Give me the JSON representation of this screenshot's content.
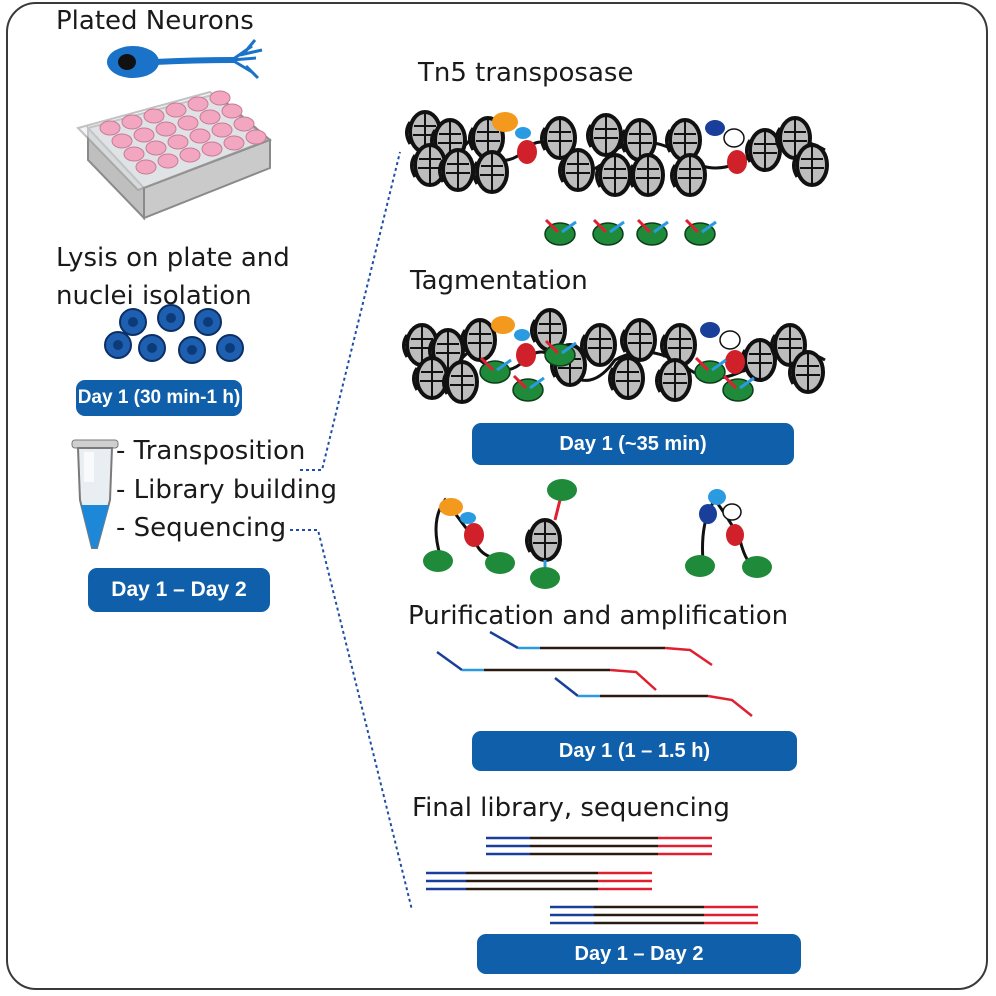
{
  "left": {
    "plated_title": "Plated Neurons",
    "lysis_line1": "Lysis on plate and",
    "lysis_line2": "nuclei isolation",
    "pill_lysis": "Day 1 (30 min-1 h)",
    "steps": [
      "- Transposition",
      "- Library building",
      "- Sequencing"
    ],
    "pill_overall": "Day 1   – Day 2"
  },
  "right": {
    "tn5_title": "Tn5 transposase",
    "tag_title": "Tagmentation",
    "pill_tag": "Day 1 (~35 min)",
    "purif_title": "Purification and amplification",
    "pill_purif": "Day 1 (1 – 1.5 h)",
    "final_title": "Final library, sequencing",
    "pill_final": "Day 1 – Day 2"
  },
  "colors": {
    "pill": "#0f5faa",
    "neuron": "#1a73c9",
    "well": "#f2a6bf",
    "adapter_blue": "#1a3f9a",
    "adapter_light": "#2a9be0",
    "adapter_red": "#e02030",
    "dna": "#2a1a12",
    "tn5_green": "#1f8a3a",
    "orange": "#f39a1e",
    "red_domain": "#d0202a",
    "nucleosome": "#bdbdbd"
  }
}
